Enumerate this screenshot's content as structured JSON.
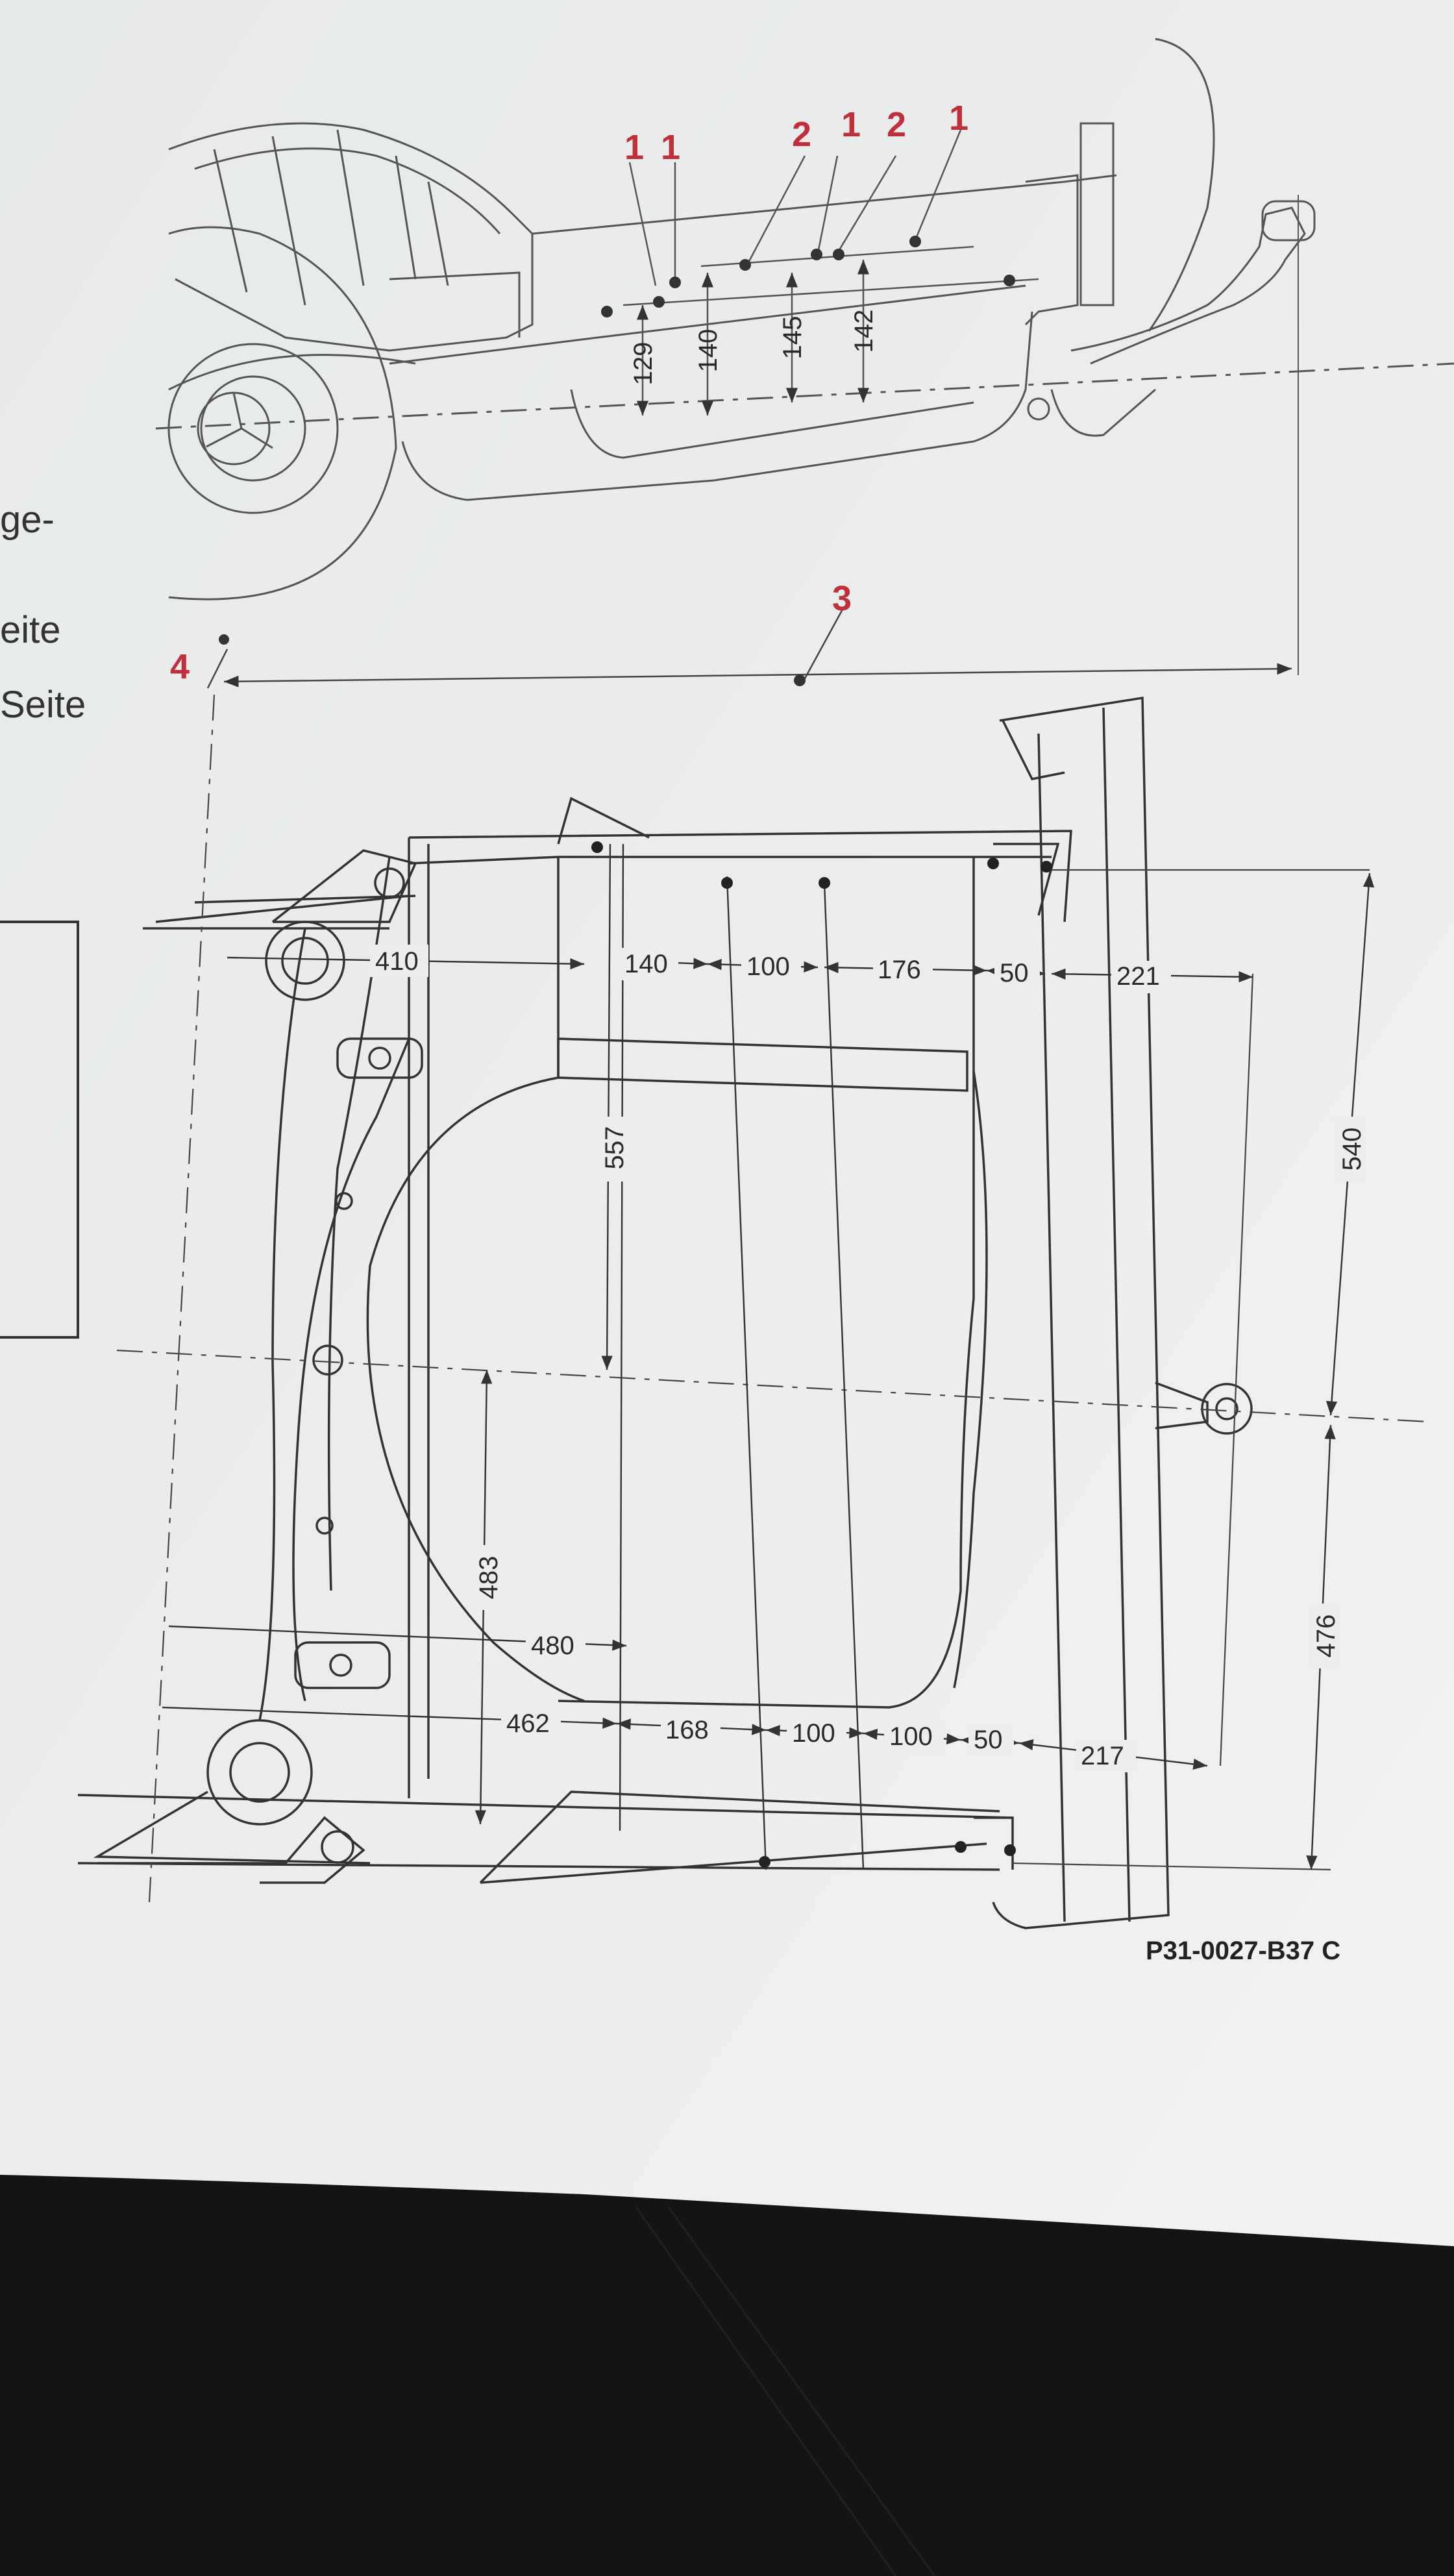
{
  "side_text": [
    "ge-",
    "eite",
    "Seite"
  ],
  "callouts": {
    "c1": "1",
    "c2": "1",
    "c3": "2",
    "c4": "1",
    "c5": "2",
    "c6": "1",
    "c_side_length": "3",
    "c_axle": "4"
  },
  "side_view_dims": {
    "d129": "129",
    "d140": "140",
    "d145": "145",
    "d142": "142"
  },
  "top_view_dims": {
    "d410": "410",
    "d140": "140",
    "d100a": "100",
    "d176": "176",
    "d50a": "50",
    "d221": "221",
    "d557": "557",
    "d540": "540",
    "d483": "483",
    "d480": "480",
    "d476": "476",
    "d462": "462",
    "d168": "168",
    "d100b": "100",
    "d100c": "100",
    "d50b": "50",
    "d217": "217"
  },
  "figure_code": "P31-0027-B37 C",
  "colors": {
    "paper": "#e9ebea",
    "line": "#3a3a3a",
    "callout": "#c0303a",
    "leather": "#141414"
  }
}
